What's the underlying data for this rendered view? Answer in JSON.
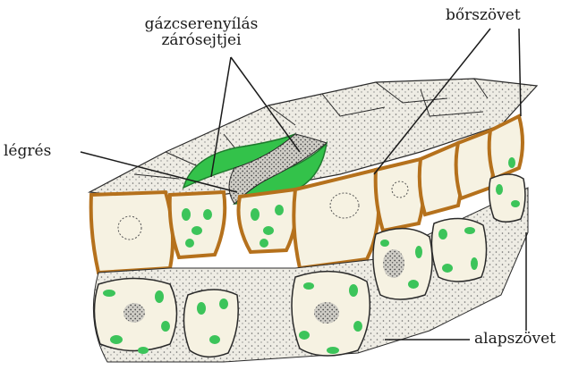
{
  "labels": {
    "guard_cells_line1": "gázcserenyílás",
    "guard_cells_line2": "zárósejtjei",
    "epidermis": "bőrszövet",
    "stoma_pore": "légrés",
    "ground_tissue": "alapszövet"
  },
  "colors": {
    "cell_wall": "#b5711c",
    "cell_fill": "#f6f2e2",
    "chloroplast": "#3cc45a",
    "guard_green": "#33c24a",
    "mesophyll_fill": "#ecebe6",
    "ink": "#1a1a1a"
  }
}
